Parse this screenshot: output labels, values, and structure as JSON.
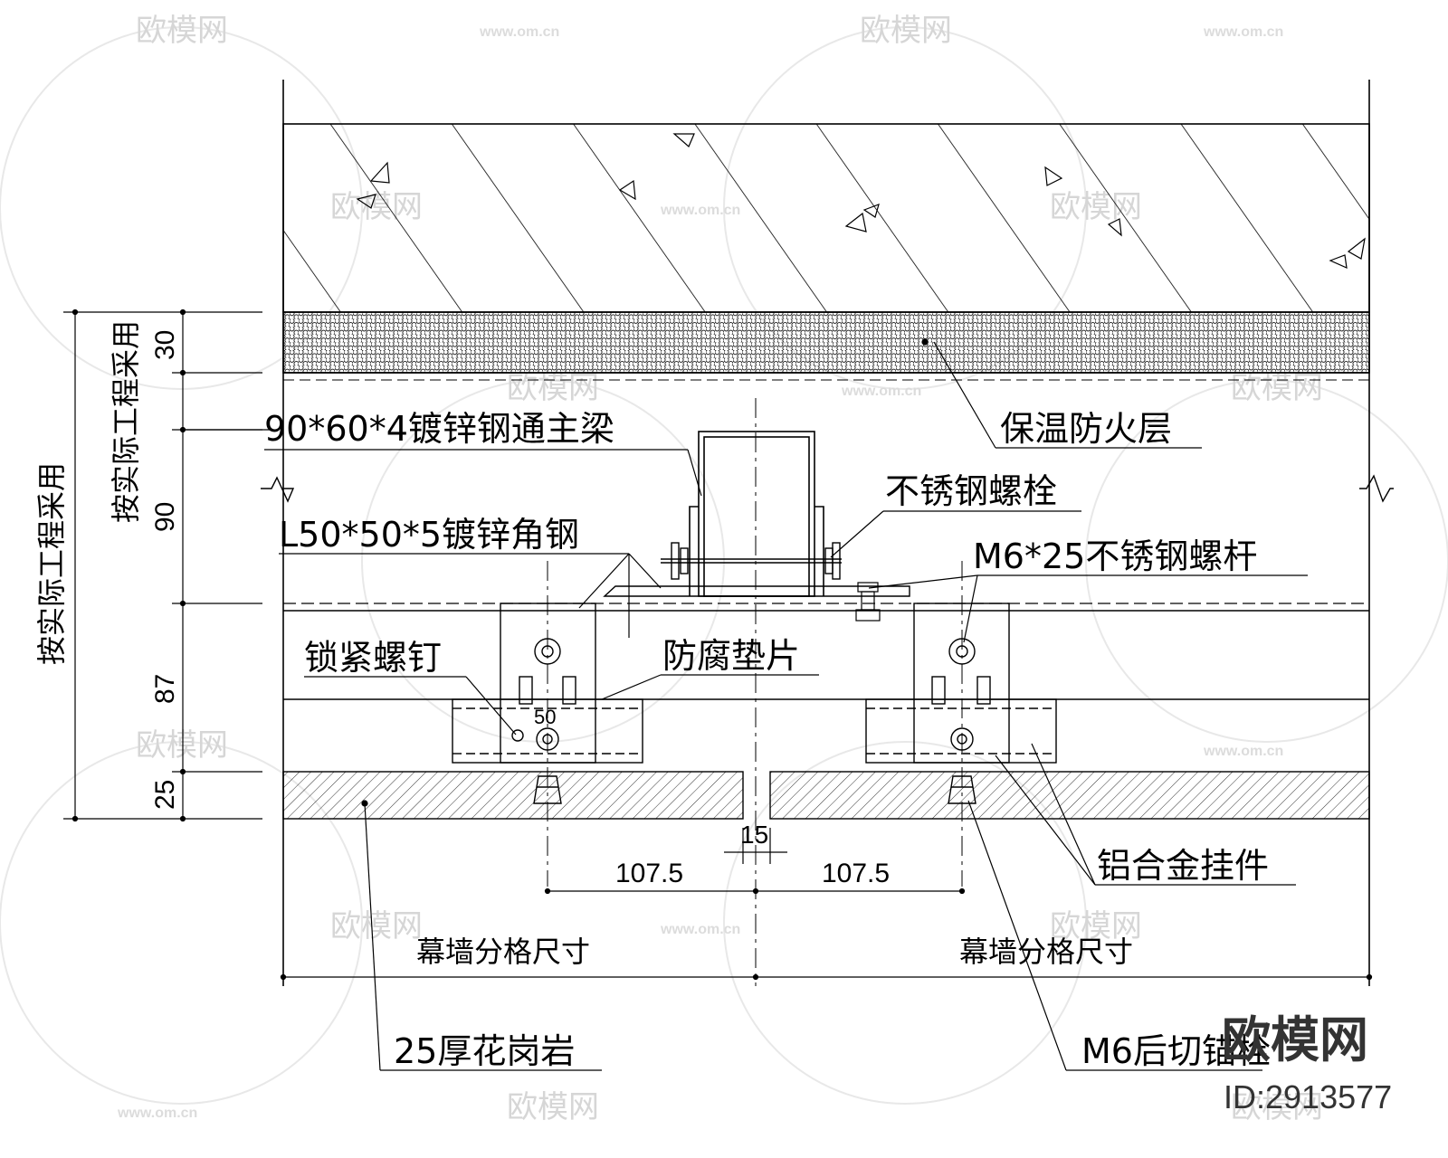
{
  "drawing": {
    "labels": {
      "main_beam": "90*60*4镀锌钢通主梁",
      "insulation": "保温防火层",
      "ss_bolt": "不锈钢螺栓",
      "angle_steel": "L50*50*5镀锌角钢",
      "screw_rod": "M6*25不锈钢螺杆",
      "lock_screw": "锁紧螺钉",
      "gasket": "防腐垫片",
      "aluminum_hanger": "铝合金挂件",
      "granite": "25厚花岗岩",
      "anchor": "M6后切锚栓",
      "grid_left": "幕墙分格尺寸",
      "grid_right": "幕墙分格尺寸",
      "per_project_outer": "按实际工程采用",
      "per_project_inner": "按实际工程采用"
    },
    "dimensions": {
      "d30": "30",
      "d90": "90",
      "d87": "87",
      "d25": "25",
      "d15": "15",
      "d107_left": "107.5",
      "d107_right": "107.5",
      "d50": "50"
    },
    "watermark": {
      "brand": "欧模网",
      "url": "www.om.cn",
      "id": "ID:2913577"
    }
  }
}
